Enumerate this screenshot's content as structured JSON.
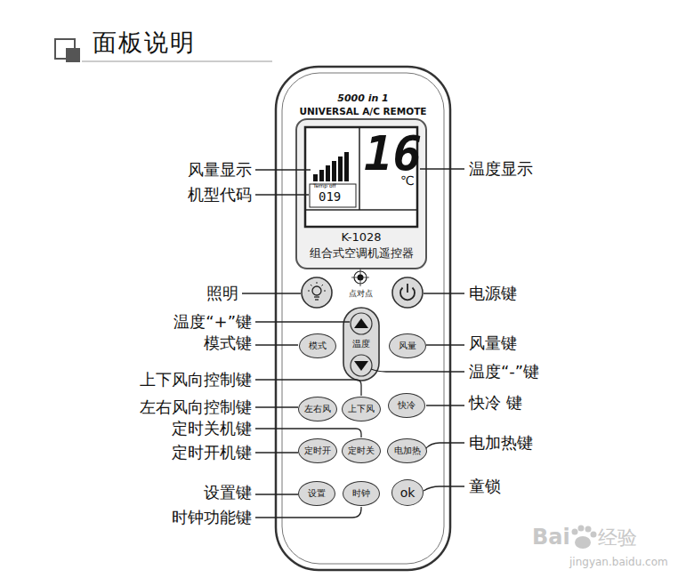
{
  "diagram": {
    "title": "面板说明",
    "nodes": [
      {
        "text": [
          "5000 in 1",
          "UNIVERSAL A/C REMOTE",
          "K-1028",
          "组合式空调机遥控器"
        ]
      },
      {
        "text": [
          "16",
          "℃",
          "Temp off",
          "019"
        ],
        "in": 0
      },
      {
        "text": [
          "模式"
        ],
        "in": 0
      },
      {
        "text": [
          "温度"
        ],
        "in": 0
      },
      {
        "text": [
          "风量"
        ],
        "in": 0
      },
      {
        "text": [
          "左右风"
        ],
        "in": 0
      },
      {
        "text": [
          "上下风"
        ],
        "in": 0
      },
      {
        "text": [
          "快冷"
        ],
        "in": 0
      },
      {
        "text": [
          "定时开"
        ],
        "in": 0
      },
      {
        "text": [
          "定时关"
        ],
        "in": 0
      },
      {
        "text": [
          "电加热"
        ],
        "in": 0
      },
      {
        "text": [
          "设置"
        ],
        "in": 0
      },
      {
        "text": [
          "时钟"
        ],
        "in": 0
      },
      {
        "text": [
          "ok"
        ],
        "in": 0
      }
    ],
    "labels": [
      "风量显示",
      "机型代码",
      "温度显示",
      "照明",
      "电源键",
      "点对点",
      "温度“+”键",
      "模式键",
      "风量键",
      "上下风向控制键",
      "温度“-”键",
      "左右风向控制键",
      "快冷 键",
      "定时关机键",
      "电加热键",
      "定时开机键",
      "设置键",
      "童锁",
      "时钟功能键",
      "Bai",
      "经验",
      "jingyan.baidu.com"
    ]
  }
}
